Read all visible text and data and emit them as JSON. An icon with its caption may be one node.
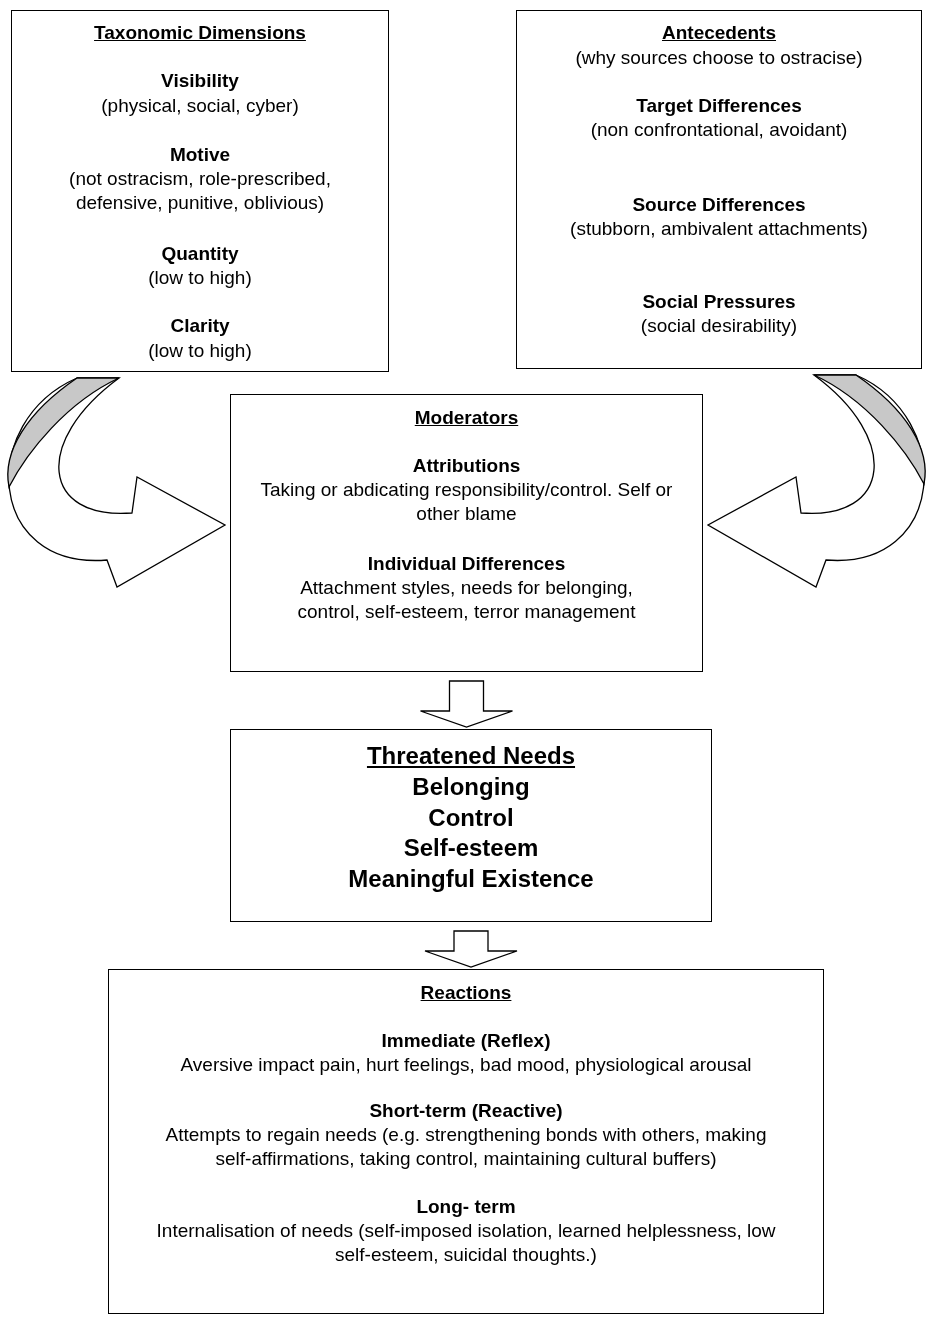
{
  "diagram": {
    "nodes": [
      {
        "text": [
          "Taxonomic Dimensions",
          "Visibility",
          "(physical, social, cyber)",
          "Motive",
          "(not ostracism, role-prescribed, defensive, punitive, oblivious)",
          "Quantity",
          "(low to high)",
          "Clarity",
          "(low to high)"
        ]
      },
      {
        "text": [
          "Antecedents",
          "(why sources choose to ostracise)",
          "Target Differences",
          "(non confrontational, avoidant)",
          "Source Differences",
          "(stubborn, ambivalent attachments)",
          "Social Pressures",
          "(social desirability)"
        ]
      },
      {
        "text": [
          "Moderators",
          "Attributions",
          "Taking or abdicating responsibility/control. Self or other blame",
          "Individual Differences",
          "Attachment styles, needs for belonging, control, self-esteem, terror management"
        ]
      },
      {
        "text": [
          "Threatened Needs",
          "Belonging",
          "Control",
          "Self-esteem",
          "Meaningful Existence"
        ]
      },
      {
        "text": [
          "Reactions",
          "Immediate (Reflex)",
          "Aversive impact pain, hurt feelings, bad mood, physiological arousal",
          "Short-term (Reactive)",
          "Attempts to regain needs (e.g. strengthening bonds with others, making self-affirmations, taking control, maintaining cultural buffers)",
          "Long- term",
          "Internalisation of needs (self-imposed isolation, learned helplessness, low self-esteem, suicidal thoughts.)"
        ]
      }
    ],
    "edges": [
      {
        "from": 0,
        "to": 2,
        "arrow": "to",
        "style": "thick"
      },
      {
        "from": 1,
        "to": 2,
        "arrow": "to",
        "style": "thick"
      },
      {
        "from": 2,
        "to": 3,
        "arrow": "to",
        "style": "thick"
      },
      {
        "from": 3,
        "to": 4,
        "arrow": "to",
        "style": "thick"
      }
    ]
  }
}
